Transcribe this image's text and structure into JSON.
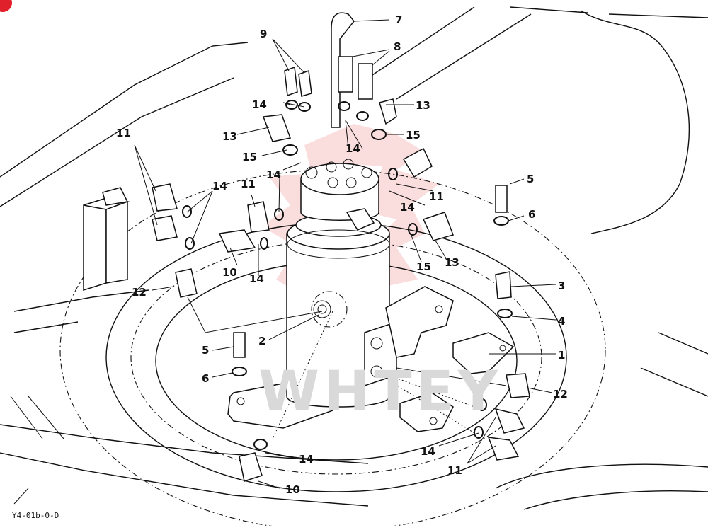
{
  "diagram": {
    "code": "Y4-01b-0-D",
    "watermark": "WHTEY",
    "corner_badge_color": "#e0202a",
    "watermark_color": "#f2a0a0",
    "callouts": [
      {
        "id": "1",
        "text": "1"
      },
      {
        "id": "2",
        "text": "2"
      },
      {
        "id": "3",
        "text": "3"
      },
      {
        "id": "4",
        "text": "4"
      },
      {
        "id": "5a",
        "text": "5"
      },
      {
        "id": "5b",
        "text": "5"
      },
      {
        "id": "6a",
        "text": "6"
      },
      {
        "id": "6b",
        "text": "6"
      },
      {
        "id": "7",
        "text": "7"
      },
      {
        "id": "8",
        "text": "8"
      },
      {
        "id": "9",
        "text": "9"
      },
      {
        "id": "10a",
        "text": "10"
      },
      {
        "id": "10b",
        "text": "10"
      },
      {
        "id": "11a",
        "text": "11"
      },
      {
        "id": "11b",
        "text": "11"
      },
      {
        "id": "11c",
        "text": "11"
      },
      {
        "id": "11d",
        "text": "11"
      },
      {
        "id": "12a",
        "text": "12"
      },
      {
        "id": "12b",
        "text": "12"
      },
      {
        "id": "13a",
        "text": "13"
      },
      {
        "id": "13b",
        "text": "13"
      },
      {
        "id": "13c",
        "text": "13"
      },
      {
        "id": "14a",
        "text": "14"
      },
      {
        "id": "14b",
        "text": "14"
      },
      {
        "id": "14c",
        "text": "14"
      },
      {
        "id": "14d",
        "text": "14"
      },
      {
        "id": "14e",
        "text": "14"
      },
      {
        "id": "14f",
        "text": "14"
      },
      {
        "id": "14g",
        "text": "14"
      },
      {
        "id": "14h",
        "text": "14"
      },
      {
        "id": "15a",
        "text": "15"
      },
      {
        "id": "15b",
        "text": "15"
      },
      {
        "id": "15c",
        "text": "15"
      }
    ]
  }
}
